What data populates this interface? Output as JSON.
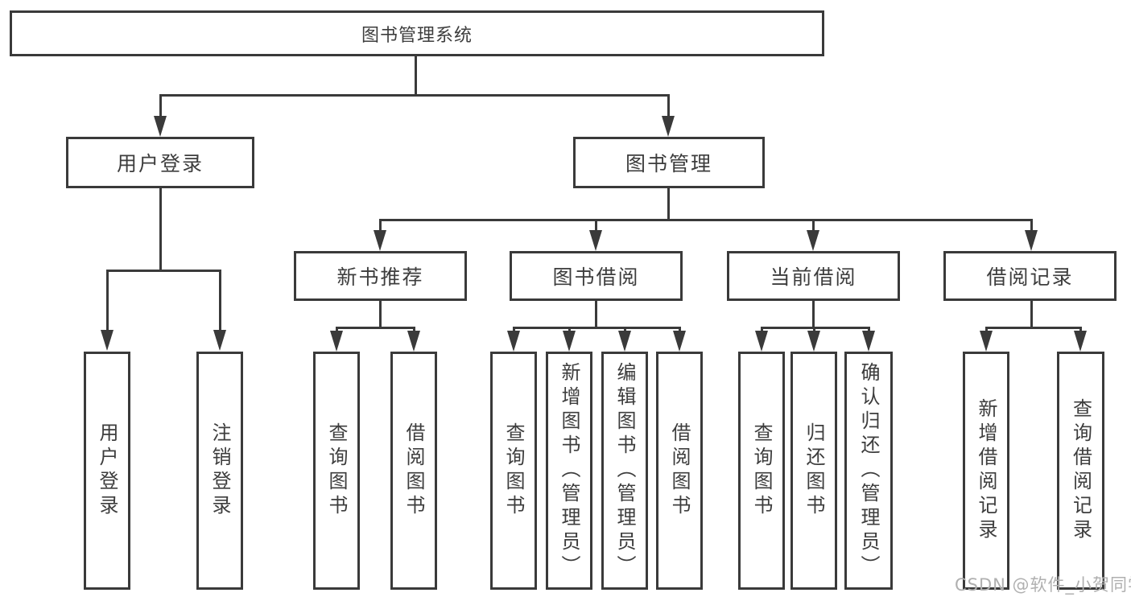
{
  "colors": {
    "line": "#3a3a3a",
    "text": "#3d3d3d",
    "box_bg": "#ffffff",
    "watermark": "#b0b0b0"
  },
  "watermark": "CSDN @软件_小贺同学",
  "nodes": {
    "root": "图书管理系统",
    "user_login": "用户登录",
    "book_mgmt": "图书管理",
    "new_book_rec": "新书推荐",
    "book_borrow": "图书借阅",
    "current_borrow": "当前借阅",
    "borrow_record": "借阅记录",
    "leaf_user_login": "用户登录",
    "leaf_logout": "注销登录",
    "leaf_rec_query": "查询图书",
    "leaf_rec_borrow": "借阅图书",
    "leaf_bb_query": "查询图书",
    "leaf_bb_add": "新增图书（管理员）",
    "leaf_bb_edit": "编辑图书（管理员）",
    "leaf_bb_borrow": "借阅图书",
    "leaf_cur_query": "查询图书",
    "leaf_cur_return": "归还图书",
    "leaf_cur_confirm": "确认归还（管理员）",
    "leaf_br_add": "新增借阅记录",
    "leaf_br_query": "查询借阅记录"
  }
}
